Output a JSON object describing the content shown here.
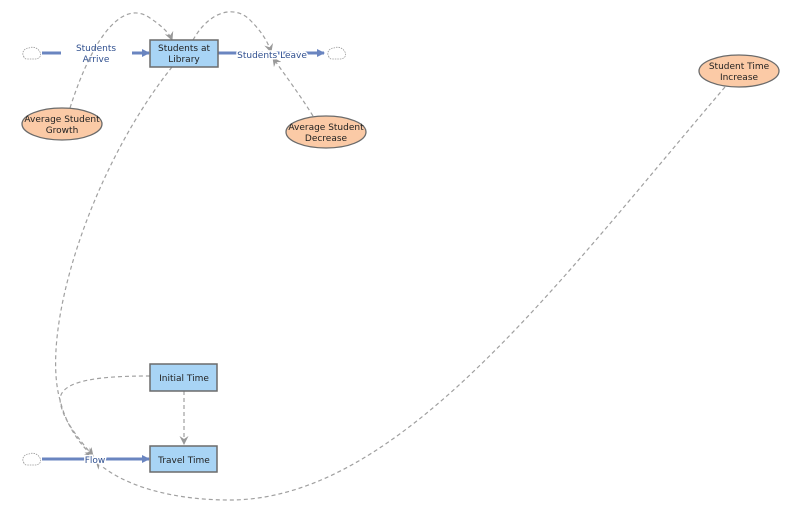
{
  "stocks": {
    "students_at_library": [
      "Students at",
      "Library"
    ],
    "initial_time": "Initial Time",
    "travel_time": "Travel Time"
  },
  "flows": {
    "students_arrive": [
      "Students",
      "Arrive"
    ],
    "students_leave": "Students Leave",
    "flow": "Flow"
  },
  "variables": {
    "average_student_growth": [
      "Average Student",
      "Growth"
    ],
    "average_student_decrease": [
      "Average Student",
      "Decrease"
    ],
    "student_time_increase": [
      "Student Time",
      "Increase"
    ]
  },
  "colors": {
    "stock_fill": "#a8d4f5",
    "variable_fill": "#fbcaa6",
    "flow_color": "#6a85c0",
    "link_color": "#a0a0a0",
    "label_color": "#2f4f8f"
  }
}
